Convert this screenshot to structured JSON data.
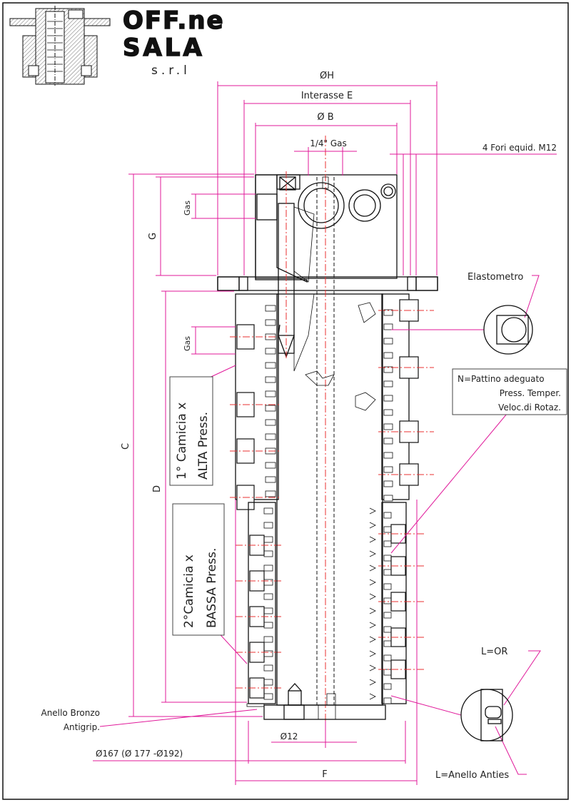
{
  "company": {
    "name_line1": "OFF.ne",
    "name_line2": "SALA",
    "name_line3": "s.r.l"
  },
  "dimensions": {
    "phi_h": "ØH",
    "interasse_e": "Interasse E",
    "phi_b": "Ø B",
    "gas_quarter": "1/4\" Gas",
    "fori": "4 Fori equid. M12",
    "gas_top": "Gas",
    "gas_mid": "Gas",
    "g": "G",
    "c": "C",
    "d": "D",
    "phi_12": "Ø12",
    "phi_167": "Ø167 (Ø 177 -Ø192)",
    "f": "F"
  },
  "labels": {
    "elastometro": "Elastometro",
    "pattino_1": "N=Pattino adeguato",
    "pattino_2": "Press. Temper.",
    "pattino_3": "Veloc.di Rotaz.",
    "camicia1_line1": "1° Camicia x",
    "camicia1_line2": "ALTA Press.",
    "camicia2_line1": "2°Camicia x",
    "camicia2_line2": "BASSA Press.",
    "anello_bronzo_1": "Anello Bronzo",
    "anello_bronzo_2": "Antigrip.",
    "l_or": "L=OR",
    "l_anello": "L=Anello Anties"
  },
  "colors": {
    "dimension": "#e0199a",
    "centerline": "#e83030",
    "outline": "#111111"
  }
}
